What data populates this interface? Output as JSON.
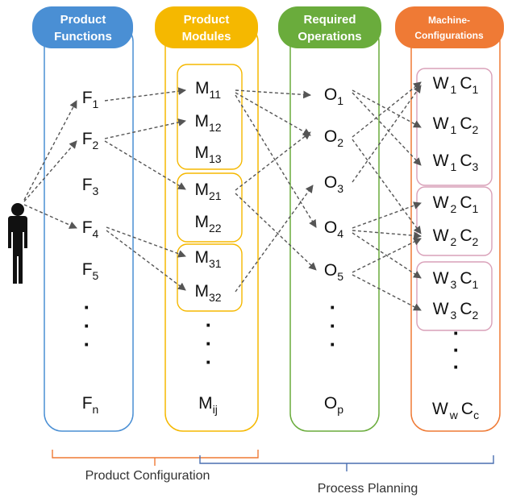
{
  "colors": {
    "functions": "#4a8fd4",
    "modules": "#f5b800",
    "operations": "#6aac3c",
    "machines": "#ef7a35",
    "machine_group_border": "#d9a0b8",
    "arrow": "#555555"
  },
  "columns": {
    "functions": {
      "header": [
        "Product",
        "Functions"
      ],
      "items": [
        {
          "base": "F",
          "sub": "1"
        },
        {
          "base": "F",
          "sub": "2"
        },
        {
          "base": "F",
          "sub": "3"
        },
        {
          "base": "F",
          "sub": "4"
        },
        {
          "base": "F",
          "sub": "5"
        },
        {
          "base": "F",
          "sub": "n"
        }
      ]
    },
    "modules": {
      "header": [
        "Product",
        "Modules"
      ],
      "items": [
        {
          "base": "M",
          "sub": "11"
        },
        {
          "base": "M",
          "sub": "12"
        },
        {
          "base": "M",
          "sub": "13"
        },
        {
          "base": "M",
          "sub": "21"
        },
        {
          "base": "M",
          "sub": "22"
        },
        {
          "base": "M",
          "sub": "31"
        },
        {
          "base": "M",
          "sub": "32"
        },
        {
          "base": "M",
          "sub": "ij"
        }
      ]
    },
    "operations": {
      "header": [
        "Required",
        "Operations"
      ],
      "items": [
        {
          "base": "O",
          "sub": "1"
        },
        {
          "base": "O",
          "sub": "2"
        },
        {
          "base": "O",
          "sub": "3"
        },
        {
          "base": "O",
          "sub": "4"
        },
        {
          "base": "O",
          "sub": "5"
        },
        {
          "base": "O",
          "sub": "p"
        }
      ]
    },
    "machines": {
      "header": [
        "Machine-",
        "Configurations"
      ],
      "items": [
        {
          "w": "W",
          "wsub": "1",
          "c": "C",
          "csub": "1"
        },
        {
          "w": "W",
          "wsub": "1",
          "c": "C",
          "csub": "2"
        },
        {
          "w": "W",
          "wsub": "1",
          "c": "C",
          "csub": "3"
        },
        {
          "w": "W",
          "wsub": "2",
          "c": "C",
          "csub": "1"
        },
        {
          "w": "W",
          "wsub": "2",
          "c": "C",
          "csub": "2"
        },
        {
          "w": "W",
          "wsub": "3",
          "c": "C",
          "csub": "1"
        },
        {
          "w": "W",
          "wsub": "3",
          "c": "C",
          "csub": "2"
        },
        {
          "w": "W",
          "wsub": "w",
          "c": "C",
          "csub": "c"
        }
      ]
    }
  },
  "actor_icon": "person-icon",
  "footer": {
    "product_configuration": "Product Configuration",
    "process_planning": "Process Planning"
  }
}
